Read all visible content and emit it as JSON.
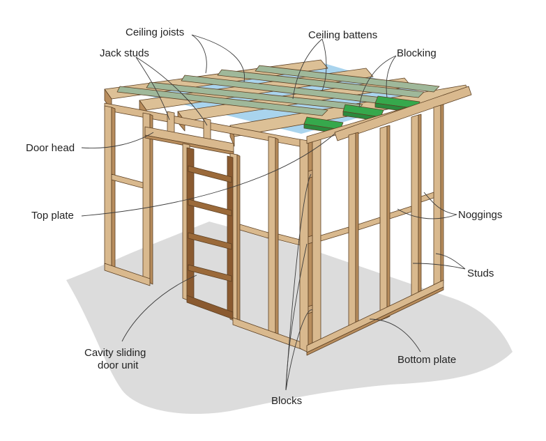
{
  "colors": {
    "timber_face": "#d9b98e",
    "timber_side": "#b88d5d",
    "timber_dark": "#8c6238",
    "batten_green": "#8fae8a",
    "blocking_green": "#31a34a",
    "insulation_blue": "#a9d4ee",
    "shadow": "#d8d8d8",
    "door_frame": "#8a5a30"
  },
  "labels": {
    "ceiling_joists": "Ceiling joists",
    "ceiling_battens": "Ceiling battens",
    "jack_studs": "Jack studs",
    "blocking": "Blocking",
    "door_head": "Door head",
    "top_plate": "Top plate",
    "noggings": "Noggings",
    "studs": "Studs",
    "cavity_sliding_door_unit_line1": "Cavity sliding",
    "cavity_sliding_door_unit_line2": "door unit",
    "bottom_plate": "Bottom plate",
    "blocks": "Blocks"
  }
}
